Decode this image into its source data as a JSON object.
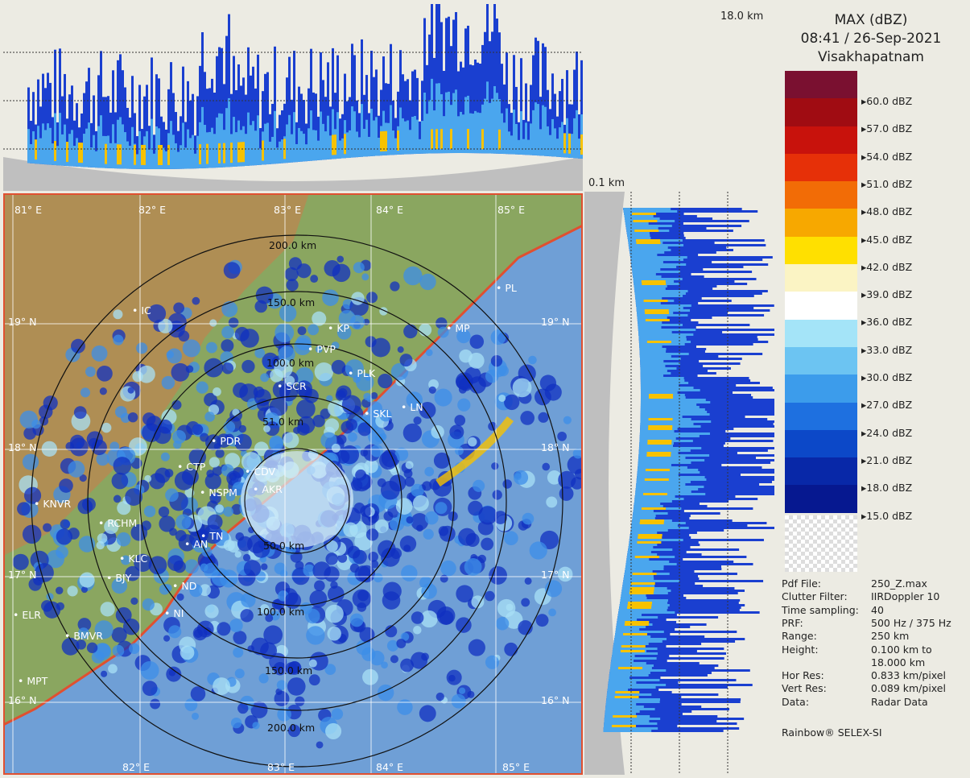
{
  "header": {
    "product": "MAX (dBZ)",
    "datetime": "08:41 / 26-Sep-2021",
    "station": "Visakhapatnam"
  },
  "scale": {
    "top_height_label": "18.0 km",
    "side_height_label": "0.1 km"
  },
  "legend": {
    "unit": "dBZ",
    "labels": [
      "60.0 dBZ",
      "57.0 dBZ",
      "54.0 dBZ",
      "51.0 dBZ",
      "48.0 dBZ",
      "45.0 dBZ",
      "42.0 dBZ",
      "39.0 dBZ",
      "36.0 dBZ",
      "33.0 dBZ",
      "30.0 dBZ",
      "27.0 dBZ",
      "24.0 dBZ",
      "21.0 dBZ",
      "18.0 dBZ",
      "15.0 dBZ"
    ],
    "colors": [
      "#7a1030",
      "#a00c12",
      "#c8120c",
      "#e63008",
      "#f26c06",
      "#f7a800",
      "#ffe000",
      "#fbf4c4",
      "#ffffff",
      "#a4e4f8",
      "#6cc4f2",
      "#3c9ceb",
      "#1e70e0",
      "#0c48c8",
      "#0828a8",
      "#061890"
    ]
  },
  "map": {
    "range_rings": [
      "50.0 km",
      "100.0 km",
      "150.0 km",
      "200.0 km"
    ],
    "range_rings_north": [
      "51.0 km",
      "100.0 km",
      "150.0 km",
      "200.0 km"
    ],
    "longitudes_top": [
      "81° E",
      "82° E",
      "83° E",
      "84° E",
      "85° E"
    ],
    "longitudes_bottom": [
      "82° E",
      "83° E",
      "84° E",
      "85° E"
    ],
    "latitudes_left": [
      "19° N",
      "18° N",
      "17° N",
      "16° N"
    ],
    "latitudes_right": [
      "19° N",
      "18° N",
      "17° N",
      "16° N"
    ],
    "places": [
      "IC",
      "PL",
      "KP",
      "MP",
      "PVP",
      "PLK",
      "SCR",
      "SKL",
      "LN",
      "PDR",
      "CTP",
      "CDV",
      "NSPM",
      "AKR",
      "KNVR",
      "RCHM",
      "TN",
      "AN",
      "KLC",
      "BJY",
      "ND",
      "NI",
      "ELR",
      "BMVR",
      "MPT"
    ]
  },
  "info": [
    {
      "key": "Pdf File:",
      "value": "250_Z.max"
    },
    {
      "key": "Clutter Filter:",
      "value": "IIRDoppler 10"
    },
    {
      "key": "Time sampling:",
      "value": "40"
    },
    {
      "key": "PRF:",
      "value": "500 Hz / 375 Hz"
    },
    {
      "key": "Range:",
      "value": "250 km"
    },
    {
      "key": "Height:",
      "value": "0.100 km to"
    },
    {
      "key": "",
      "value": "18.000 km"
    },
    {
      "key": "Hor Res:",
      "value": "0.833 km/pixel"
    },
    {
      "key": "Vert Res:",
      "value": "0.089 km/pixel"
    },
    {
      "key": "Data:",
      "value": "Radar Data"
    }
  ],
  "footer": "Rainbow® SELEX-SI"
}
